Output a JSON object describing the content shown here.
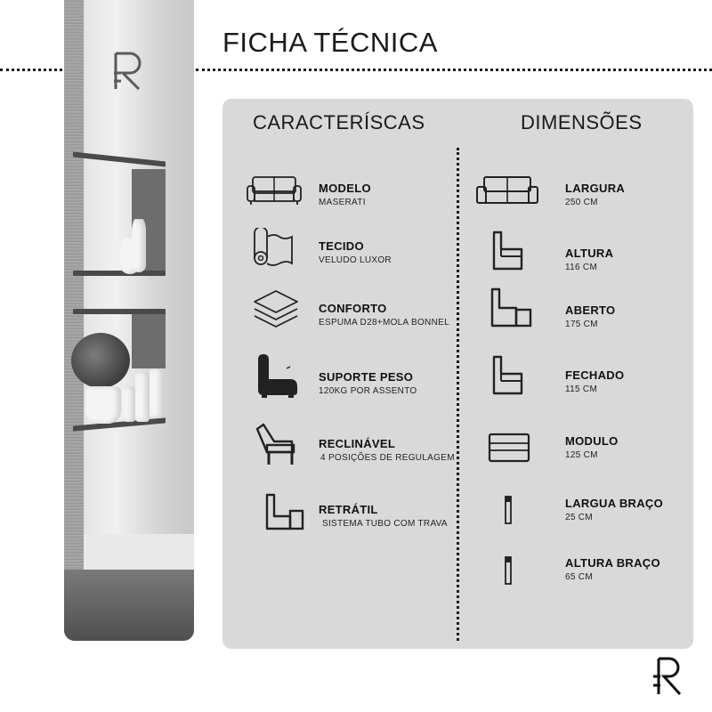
{
  "header": {
    "title": "FICHA TÉCNICA"
  },
  "left_column": {
    "title": "CARACTERÍSCAS",
    "items": [
      {
        "label": "MODELO",
        "value": "MASERATI",
        "icon": "sofa-icon"
      },
      {
        "label": "TECIDO",
        "value": "VELUDO LUXOR",
        "icon": "fabric-roll-icon"
      },
      {
        "label": "CONFORTO",
        "value": "ESPUMA D28+MOLA BONNEL",
        "icon": "layers-icon"
      },
      {
        "label": "SUPORTE PESO",
        "value": "120KG POR ASSENTO",
        "icon": "person-recliner-icon"
      },
      {
        "label": "RECLINÁVEL",
        "value": "4 POSIÇÕES DE REGULAGEM",
        "icon": "recliner-chair-icon"
      },
      {
        "label": "RETRÁTIL",
        "value": "SISTEMA TUBO COM TRAVA",
        "icon": "retractable-seat-icon"
      }
    ]
  },
  "right_column": {
    "title": "DIMENSÕES",
    "items": [
      {
        "label": "LARGURA",
        "value": "250 CM",
        "icon": "sofa-front-icon"
      },
      {
        "label": "ALTURA",
        "value": "116 CM",
        "icon": "seat-side-icon"
      },
      {
        "label": "ABERTO",
        "value": "175 CM",
        "icon": "seat-open-icon"
      },
      {
        "label": "FECHADO",
        "value": "115 CM",
        "icon": "seat-closed-icon"
      },
      {
        "label": "MODULO",
        "value": "125 CM",
        "icon": "module-icon"
      },
      {
        "label": "LARGUA BRAÇO",
        "value": "25 CM",
        "icon": "arm-width-icon"
      },
      {
        "label": "ALTURA BRAÇO",
        "value": "65 CM",
        "icon": "arm-height-icon"
      }
    ]
  },
  "colors": {
    "card": "#d9d9d9",
    "text": "#1a1a1a",
    "background": "#ffffff"
  }
}
